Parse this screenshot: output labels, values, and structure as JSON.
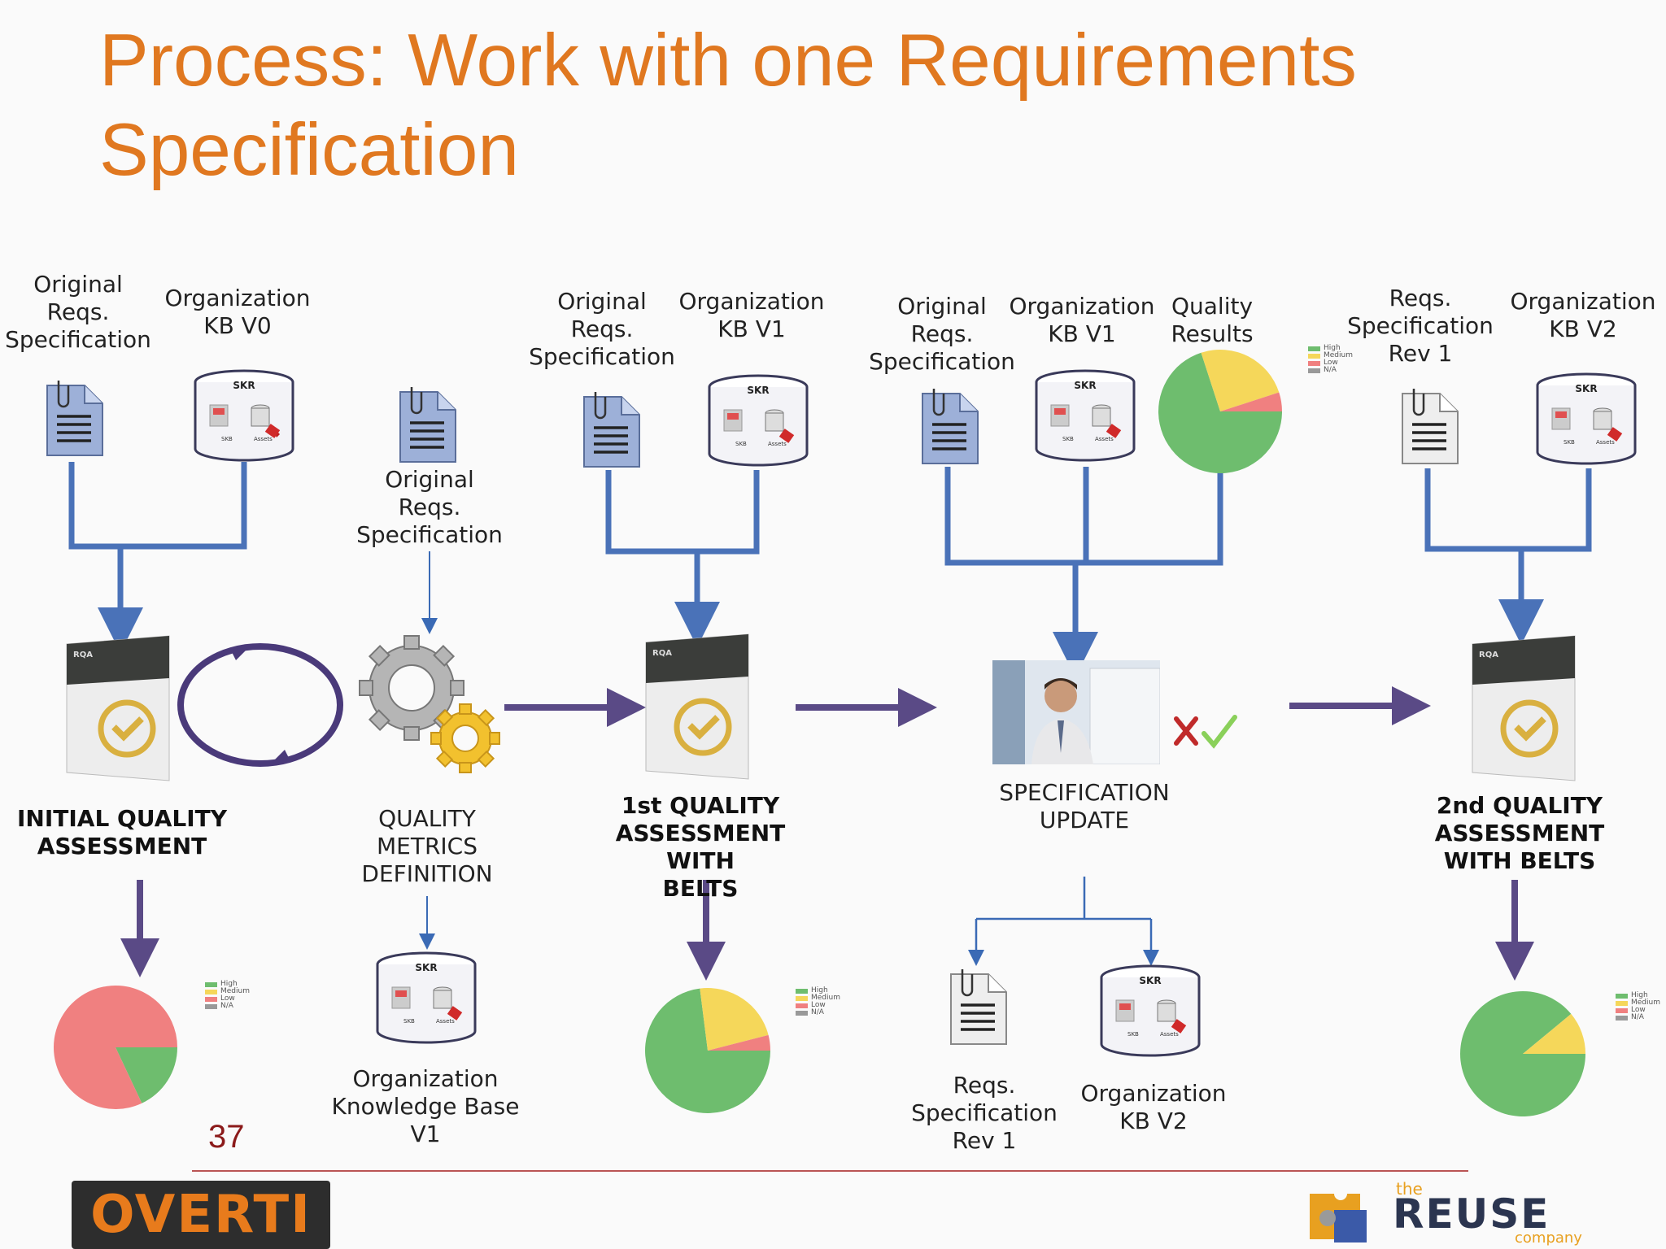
{
  "title": "Process: Work with one Requirements Specification",
  "page_number": "37",
  "colors": {
    "title": "#e07820",
    "connector_blue": "#4a72b8",
    "flow_purple": "#5a4a86",
    "high": "#6ebd6e",
    "medium": "#f5d75a",
    "low": "#f08080",
    "na": "#999999"
  },
  "icon_texts": {
    "skr": "SKR",
    "skb": "SKB",
    "assets": "Assets"
  },
  "legend": {
    "high": "High",
    "medium": "Medium",
    "low": "Low",
    "na": "N/A"
  },
  "inputs": {
    "step1_doc": "Original\nReqs.\nSpecification",
    "step1_kb": "Organization\nKB  V0",
    "step2_doc": "Original\nReqs.\nSpecification",
    "step3_doc": "Original\nReqs.\nSpecification",
    "step3_kb": "Organization\nKB  V1",
    "step4_doc": "Original\nReqs.\nSpecification",
    "step4_kb": "Organization\nKB V1",
    "step4_results": "Quality\nResults",
    "step5_doc": "Reqs.\nSpecification\nRev 1",
    "step5_kb": "Organization\nKB  V2"
  },
  "steps": {
    "initial": "INITIAL QUALITY\nASSESSMENT",
    "metrics": "QUALITY\nMETRICS\nDEFINITION",
    "first": "1st QUALITY\nASSESSMENT WITH\nBELTS",
    "update": "SPECIFICATION\nUPDATE",
    "second": "2nd QUALITY\nASSESSMENT\nWITH BELTS"
  },
  "outputs": {
    "metrics_kb": "Organization\nKnowledge Base\nV1",
    "update_doc": "Reqs.\nSpecification\nRev 1",
    "update_kb": "Organization\nKB V2"
  },
  "logos": {
    "left": "OVERTI",
    "right_small_top": "the",
    "right_main": "REUSE",
    "right_small_bottom": "company"
  },
  "product_box_text": "RQA",
  "chart_data": [
    {
      "type": "pie",
      "labels": [
        "High",
        "Medium",
        "Low",
        "N/A"
      ],
      "values": [
        18,
        0,
        82,
        0
      ]
    },
    {
      "type": "pie",
      "labels": [
        "High",
        "Medium",
        "Low",
        "N/A"
      ],
      "values": [
        70,
        25,
        5,
        0
      ]
    },
    {
      "type": "pie",
      "labels": [
        "High",
        "Medium",
        "Low",
        "N/A"
      ],
      "values": [
        73,
        23,
        4,
        0
      ]
    },
    {
      "type": "pie",
      "labels": [
        "High",
        "Medium",
        "Low",
        "N/A"
      ],
      "values": [
        89,
        11,
        0,
        0
      ]
    }
  ]
}
